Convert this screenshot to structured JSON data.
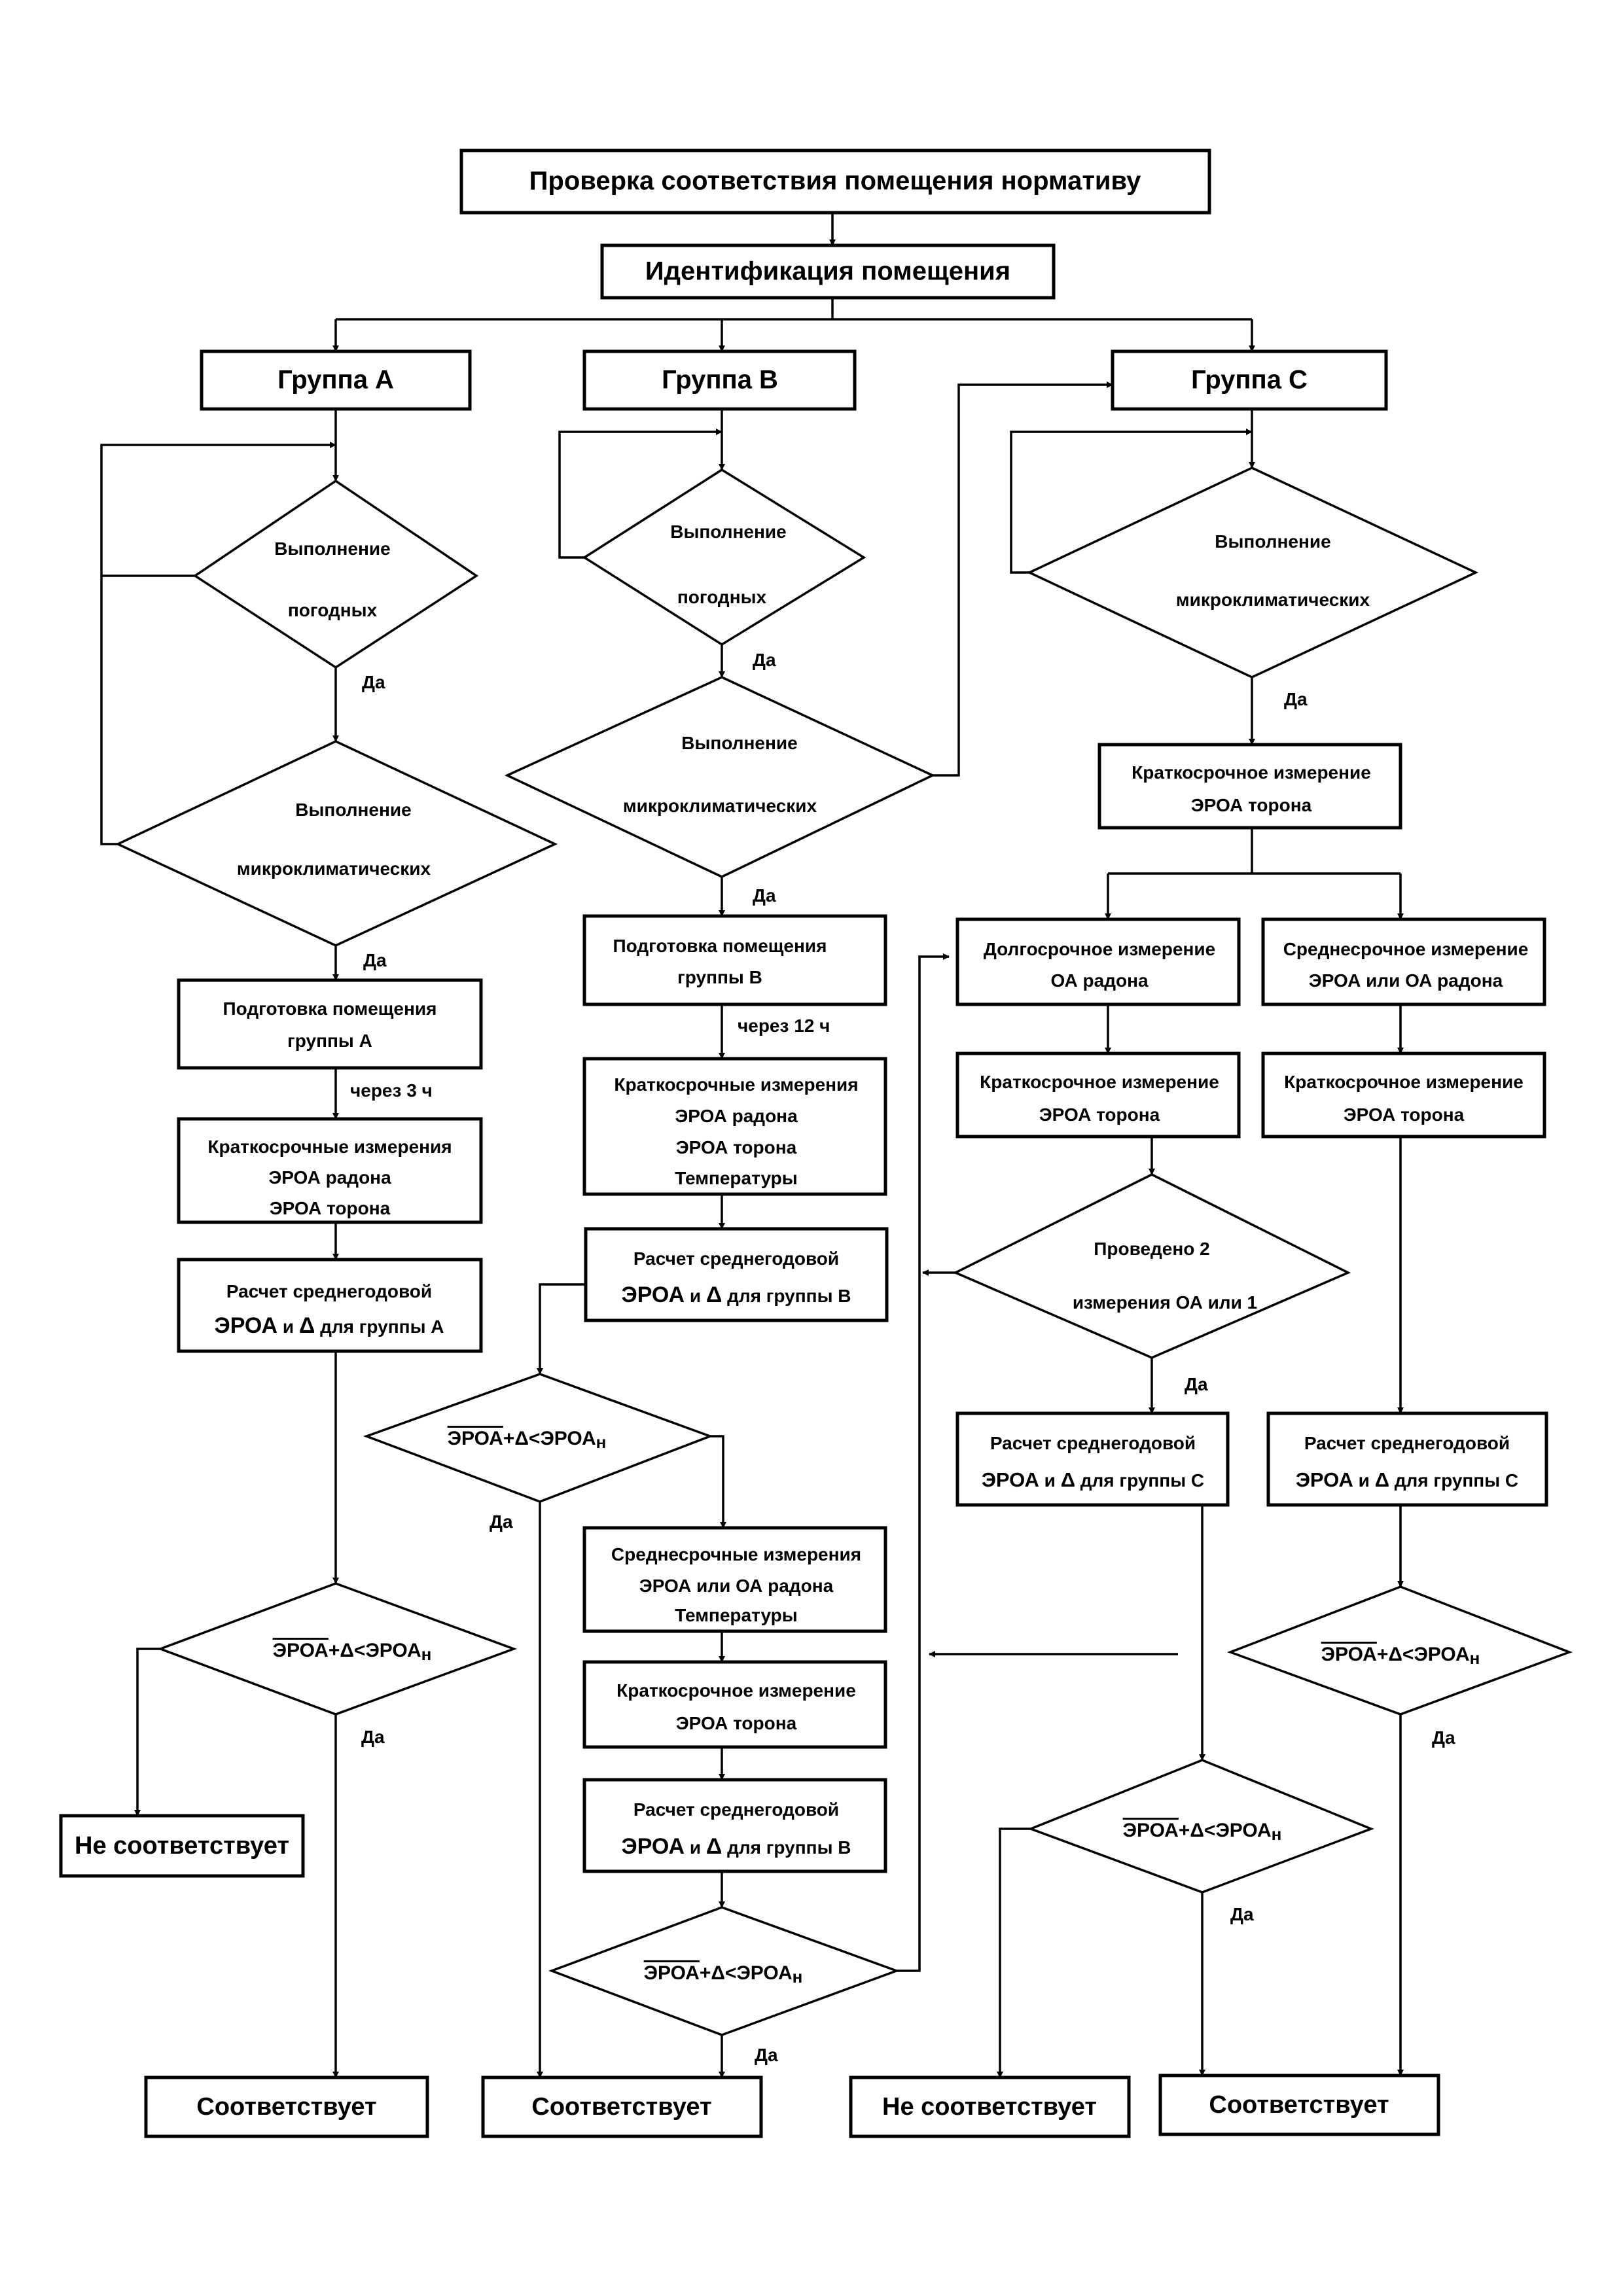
{
  "title": "Проверка соответствия помещения нормативу",
  "identify": "Идентификация помещения",
  "groups": {
    "a": "Группа А",
    "b": "Группа В",
    "c": "Группа С"
  },
  "labels": {
    "yes": "Да",
    "after_3h": "через 3 ч",
    "after_12h": "через 12 ч"
  },
  "checks": {
    "fulfil": "Выполнение",
    "weather": "погодных",
    "microclimate": "микроклиматических",
    "condition_main": "ЭРОА+Δ<ЭРОА",
    "condition_overline": "ЭРОА",
    "condition_rest": "+Δ<ЭРОА",
    "condition_sub": "н",
    "two_measurements_1": "Проведено 2",
    "two_measurements_2": "измерения ОА или  1"
  },
  "group_a": {
    "prep": [
      "Подготовка помещения",
      "группы А"
    ],
    "short": [
      "Краткосрочные измерения",
      "ЭРОА радона",
      "ЭРОА торона"
    ],
    "calc_line1": "Расчет среднегодовой",
    "calc_eroa": "ЭРОА",
    "calc_and": " и ",
    "calc_delta": "Δ",
    "calc_tail": " для группы А"
  },
  "group_b": {
    "prep": [
      "Подготовка помещения",
      "группы В"
    ],
    "short": [
      "Краткосрочные измерения",
      "ЭРОА радона",
      "ЭРОА торона",
      "Температуры"
    ],
    "calc_line1": "Расчет среднегодовой",
    "calc_eroa": "ЭРОА",
    "calc_and": " и ",
    "calc_delta": "Δ",
    "calc_tail": " для группы В",
    "mid": [
      "Среднесрочные измерения",
      "ЭРОА или  ОА радона",
      "Температуры"
    ],
    "short2": [
      "Краткосрочное измерение",
      "ЭРОА торона"
    ]
  },
  "group_c": {
    "short": [
      "Краткосрочное измерение",
      "ЭРОА торона"
    ],
    "long": [
      "Долгосрочное измерение",
      "ОА радона"
    ],
    "mid": [
      "Среднесрочное измерение",
      "ЭРОА или  ОА радона"
    ],
    "calc_line1": "Расчет среднегодовой",
    "calc_eroa": "ЭРОА",
    "calc_and": " и ",
    "calc_delta": "Δ",
    "calc_tail": " для группы С"
  },
  "outcomes": {
    "ok": "Соответствует",
    "fail": "Не соответствует"
  }
}
